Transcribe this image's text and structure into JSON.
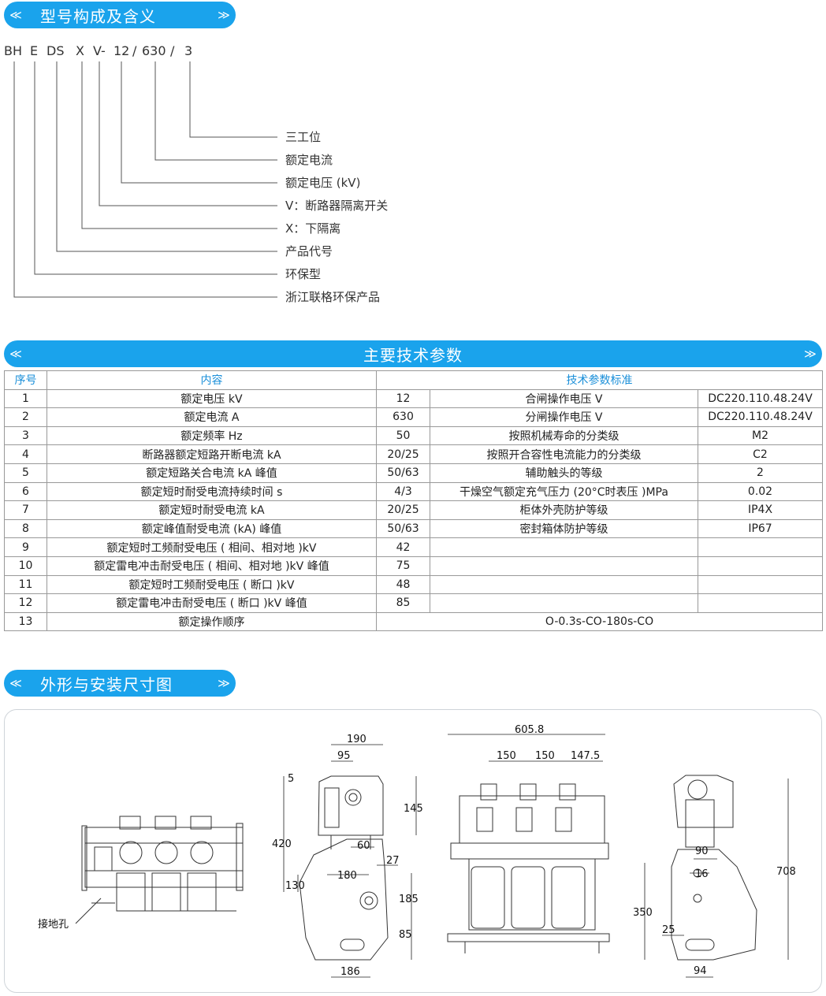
{
  "colors": {
    "header": "#1aa3ec",
    "accent": "#1a8fd9"
  },
  "section1": {
    "left": "≪",
    "title": "型号构成及含义",
    "right": "≫"
  },
  "code": {
    "parts": [
      "BH",
      "E",
      "DS",
      "X",
      "V-",
      "12",
      "/",
      "630",
      "/",
      "3"
    ],
    "meanings": [
      "三工位",
      "额定电流",
      "额定电压 (kV)",
      "V：断路器隔离开关",
      "X：下隔离",
      "产品代号",
      "环保型",
      "浙江联格环保产品"
    ]
  },
  "section2": {
    "left": "≪",
    "title": "主要技术参数",
    "right": "≫"
  },
  "table": {
    "header": {
      "no": "序号",
      "content": "内容",
      "standard": "技术参数标准"
    },
    "rows": [
      {
        "no": "1",
        "item": "额定电压 kV",
        "value": "12",
        "item2": "合闸操作电压 V",
        "value2": "DC220.110.48.24V"
      },
      {
        "no": "2",
        "item": "额定电流 A",
        "value": "630",
        "item2": "分闸操作电压 V",
        "value2": "DC220.110.48.24V"
      },
      {
        "no": "3",
        "item": "额定频率 Hz",
        "value": "50",
        "item2": "按照机械寿命的分类级",
        "value2": "M2"
      },
      {
        "no": "4",
        "item": "断路器额定短路开断电流 kA",
        "value": "20/25",
        "item2": "按照开合容性电流能力的分类级",
        "value2": "C2"
      },
      {
        "no": "5",
        "item": "额定短路关合电流 kA 峰值",
        "value": "50/63",
        "item2": "辅助触头的等级",
        "value2": "2"
      },
      {
        "no": "6",
        "item": "额定短时耐受电流持续时间 s",
        "value": "4/3",
        "item2": "干燥空气额定充气压力 (20°C时表压 )MPa",
        "value2": "0.02"
      },
      {
        "no": "7",
        "item": "额定短时耐受电流 kA",
        "value": "20/25",
        "item2": "柜体外壳防护等级",
        "value2": "IP4X"
      },
      {
        "no": "8",
        "item": "额定峰值耐受电流 (kA) 峰值",
        "value": "50/63",
        "item2": "密封箱体防护等级",
        "value2": "IP67"
      },
      {
        "no": "9",
        "item": "额定短时工频耐受电压 ( 相间、相对地 )kV",
        "value": "42",
        "item2": "",
        "value2": ""
      },
      {
        "no": "10",
        "item": "额定雷电冲击耐受电压 ( 相间、相对地 )kV 峰值",
        "value": "75",
        "item2": "",
        "value2": ""
      },
      {
        "no": "11",
        "item": "额定短时工频耐受电压 ( 断口 )kV",
        "value": "48",
        "item2": "",
        "value2": ""
      },
      {
        "no": "12",
        "item": "额定雷电冲击耐受电压 ( 断口 )kV 峰值",
        "value": "85",
        "item2": "",
        "value2": ""
      }
    ],
    "last": {
      "no": "13",
      "item": "额定操作顺序",
      "value": "O-0.3s-CO-180s-CO"
    }
  },
  "section3": {
    "left": "≪",
    "title": "外形与安装尺寸图",
    "right": "≫"
  },
  "drawing": {
    "ground_label": "接地孔",
    "side_dims": {
      "d190": "190",
      "d95": "95",
      "d5": "5",
      "d145": "145",
      "d420": "420",
      "d60": "60",
      "d27": "27",
      "d180": "180",
      "d130": "130",
      "d185": "185",
      "d85": "85",
      "d186": "186"
    },
    "front_dims": {
      "d6058": "605.8",
      "d150a": "150",
      "d150b": "150",
      "d1475": "147.5"
    },
    "right_dims": {
      "d90": "90",
      "d16": "16",
      "d708": "708",
      "d350": "350",
      "d25": "25",
      "d94": "94"
    }
  }
}
